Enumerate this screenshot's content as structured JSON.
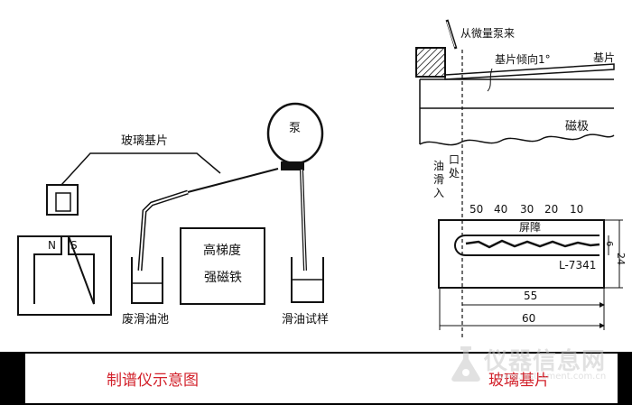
{
  "left_diagram": {
    "glass_slide_label": "玻璃基片",
    "pump_label": "泵",
    "pole_n": "N",
    "pole_s": "S",
    "magnet_label_line1": "高梯度",
    "magnet_label_line2": "强磁铁",
    "waste_label": "废滑油池",
    "sample_label": "滑油试样"
  },
  "right_diagram": {
    "from_pump_label": "从微量泵来",
    "tilt_label": "基片倾向1°",
    "substrate_label": "基片",
    "pole_label": "磁极",
    "oil_inlet_label": "油滑入",
    "outlet_label": "口处",
    "scale_labels": [
      "50",
      "40",
      "30",
      "20",
      "10"
    ],
    "barrier_label": "屏障",
    "part_number": "L-7341",
    "dim_55": "55",
    "dim_60": "60",
    "dim_6": "6",
    "dim_24": "24"
  },
  "captions": {
    "left": "制谱仪示意图",
    "right": "玻璃基片"
  },
  "watermark": {
    "text": "仪器信息网",
    "url": "www.instrument.com.cn"
  }
}
